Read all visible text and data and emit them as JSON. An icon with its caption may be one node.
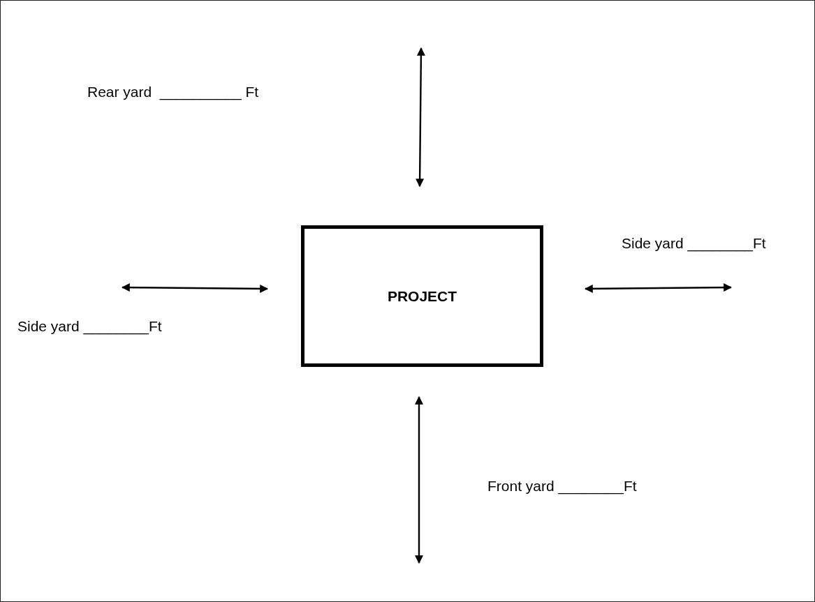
{
  "diagram": {
    "nodes": [
      {
        "text": [
          "PROJECT"
        ]
      }
    ],
    "labels": [
      "Rear yard  __________ Ft",
      "Side yard ________Ft",
      "Side yard ________Ft",
      "Front yard ________Ft"
    ]
  }
}
